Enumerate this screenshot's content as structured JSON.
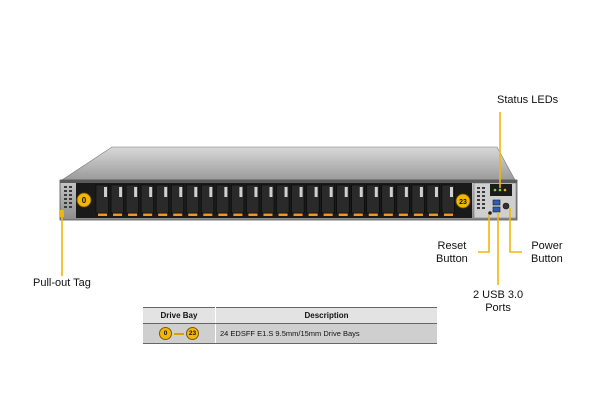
{
  "callouts": {
    "status_leds": "Status LEDs",
    "reset_button": [
      "Reset",
      "Button"
    ],
    "power_button": [
      "Power",
      "Button"
    ],
    "usb_ports": [
      "2 USB 3.0",
      "Ports"
    ],
    "pullout_tag": "Pull-out Tag"
  },
  "bay_markers": {
    "first": "0",
    "last": "23"
  },
  "drive_bays": {
    "count": 24
  },
  "legend": {
    "headers": [
      "Drive Bay",
      "Description"
    ],
    "row": {
      "from": "0",
      "to": "23",
      "description": "24 EDSFF E1.S 9.5mm/15mm Drive  Bays"
    }
  },
  "colors": {
    "callout_line": "#f2b705",
    "badge": "#f2b705",
    "drive_accent": "#f7941d"
  }
}
